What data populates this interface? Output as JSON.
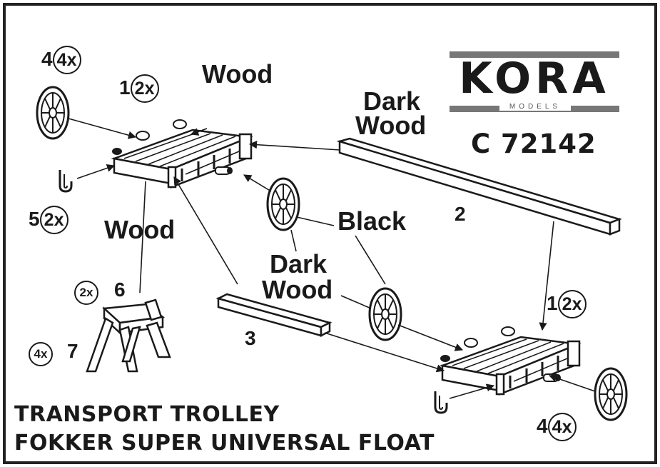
{
  "brand": {
    "name": "KORA",
    "subtitle": "MODELS"
  },
  "kit_code": "C 72142",
  "title": {
    "line1": "TRANSPORT TROLLEY",
    "line2": "FOKKER SUPER UNIVERSAL FLOAT"
  },
  "parts": [
    {
      "number": "1",
      "qty": "2x"
    },
    {
      "number": "2",
      "qty": ""
    },
    {
      "number": "3",
      "qty": ""
    },
    {
      "number": "4",
      "qty": "4x"
    },
    {
      "number": "5",
      "qty": "2x"
    },
    {
      "number": "6",
      "qty": "2x"
    },
    {
      "number": "7",
      "qty": "4x"
    }
  ],
  "colors": {
    "wood": "Wood",
    "dark_wood_1": "Dark",
    "dark_wood_2": "Wood",
    "black": "Black"
  },
  "palette": {
    "ink": "#1a1a1a",
    "frame": "#222222",
    "logo_bar": "#777777"
  }
}
